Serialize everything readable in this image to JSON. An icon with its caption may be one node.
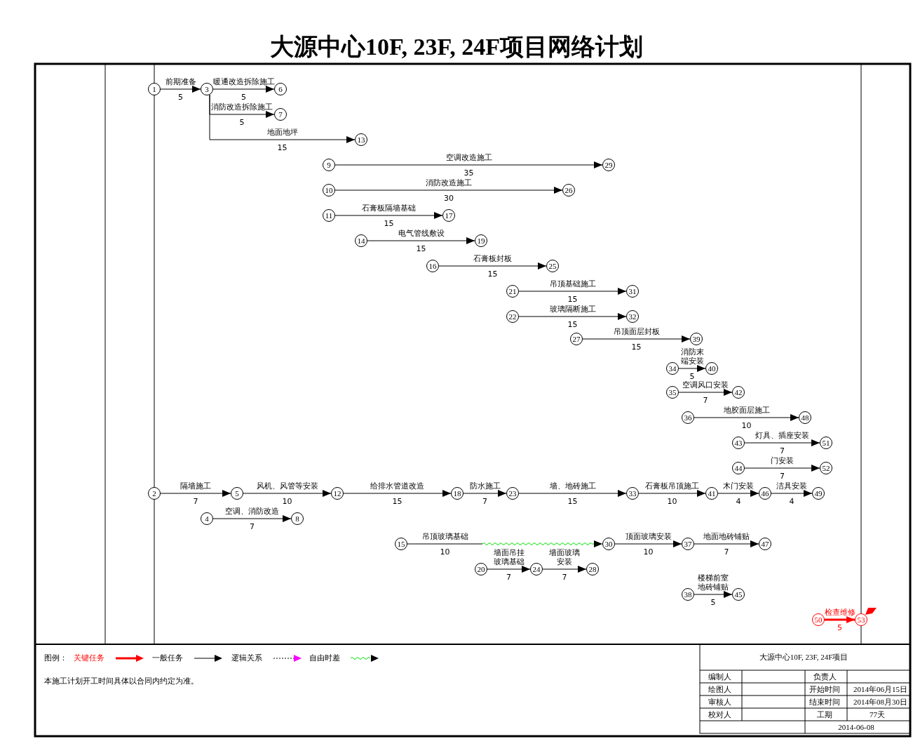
{
  "diagram": {
    "title": "大源中心10F, 23F, 24F项目网络计划",
    "nodes": [
      {
        "text": [
          "1"
        ]
      },
      {
        "text": [
          "3"
        ]
      },
      {
        "text": [
          "6"
        ]
      },
      {
        "text": [
          "7"
        ]
      },
      {
        "text": [
          "13"
        ]
      },
      {
        "text": [
          "9"
        ]
      },
      {
        "text": [
          "29"
        ]
      },
      {
        "text": [
          "10"
        ]
      },
      {
        "text": [
          "26"
        ]
      },
      {
        "text": [
          "11"
        ]
      },
      {
        "text": [
          "17"
        ]
      },
      {
        "text": [
          "14"
        ]
      },
      {
        "text": [
          "19"
        ]
      },
      {
        "text": [
          "16"
        ]
      },
      {
        "text": [
          "25"
        ]
      },
      {
        "text": [
          "21"
        ]
      },
      {
        "text": [
          "31"
        ]
      },
      {
        "text": [
          "22"
        ]
      },
      {
        "text": [
          "32"
        ]
      },
      {
        "text": [
          "27"
        ]
      },
      {
        "text": [
          "39"
        ]
      },
      {
        "text": [
          "34"
        ]
      },
      {
        "text": [
          "40"
        ]
      },
      {
        "text": [
          "35"
        ]
      },
      {
        "text": [
          "42"
        ]
      },
      {
        "text": [
          "36"
        ]
      },
      {
        "text": [
          "48"
        ]
      },
      {
        "text": [
          "43"
        ]
      },
      {
        "text": [
          "51"
        ]
      },
      {
        "text": [
          "44"
        ]
      },
      {
        "text": [
          "52"
        ]
      },
      {
        "text": [
          "2"
        ]
      },
      {
        "text": [
          "5"
        ]
      },
      {
        "text": [
          "12"
        ]
      },
      {
        "text": [
          "18"
        ]
      },
      {
        "text": [
          "23"
        ]
      },
      {
        "text": [
          "33"
        ]
      },
      {
        "text": [
          "41"
        ]
      },
      {
        "text": [
          "46"
        ]
      },
      {
        "text": [
          "49"
        ]
      },
      {
        "text": [
          "4"
        ]
      },
      {
        "text": [
          "8"
        ]
      },
      {
        "text": [
          "15"
        ]
      },
      {
        "text": [
          "30"
        ]
      },
      {
        "text": [
          "37"
        ]
      },
      {
        "text": [
          "47"
        ]
      },
      {
        "text": [
          "20"
        ]
      },
      {
        "text": [
          "24"
        ]
      },
      {
        "text": [
          "28"
        ]
      },
      {
        "text": [
          "38"
        ]
      },
      {
        "text": [
          "45"
        ]
      },
      {
        "text": [
          "50"
        ]
      },
      {
        "text": [
          "53"
        ]
      }
    ],
    "edges": [
      {
        "from": 0,
        "to": 1,
        "arrow": "to",
        "label": "前期准备"
      },
      {
        "from": 1,
        "to": 2,
        "arrow": "to",
        "label": "暖通改造拆除施工"
      },
      {
        "from": 1,
        "to": 3,
        "arrow": "to",
        "label": "消防改造拆除施工"
      },
      {
        "from": 1,
        "to": 4,
        "arrow": "to",
        "label": "地面地坪"
      },
      {
        "from": 5,
        "to": 6,
        "arrow": "to",
        "label": "空调改造施工"
      },
      {
        "from": 7,
        "to": 8,
        "arrow": "to",
        "label": "消防改造施工"
      },
      {
        "from": 9,
        "to": 10,
        "arrow": "to",
        "label": "石膏板隔墙基础"
      },
      {
        "from": 11,
        "to": 12,
        "arrow": "to",
        "label": "电气管线敷设"
      },
      {
        "from": 13,
        "to": 14,
        "arrow": "to",
        "label": "石膏板封板"
      },
      {
        "from": 15,
        "to": 16,
        "arrow": "to",
        "label": "吊顶基础施工"
      },
      {
        "from": 17,
        "to": 18,
        "arrow": "to",
        "label": "玻璃隔断施工"
      },
      {
        "from": 19,
        "to": 20,
        "arrow": "to",
        "label": "吊顶面层封板"
      },
      {
        "from": 21,
        "to": 22,
        "arrow": "to",
        "label": "消防末端安装"
      },
      {
        "from": 23,
        "to": 24,
        "arrow": "to",
        "label": "空调风口安装"
      },
      {
        "from": 25,
        "to": 26,
        "arrow": "to",
        "label": "地胶面层施工"
      },
      {
        "from": 27,
        "to": 28,
        "arrow": "to",
        "label": "灯具、插座安装"
      },
      {
        "from": 29,
        "to": 30,
        "arrow": "to",
        "label": "门安装"
      },
      {
        "from": 31,
        "to": 32,
        "arrow": "to",
        "label": "隔墙施工"
      },
      {
        "from": 32,
        "to": 33,
        "arrow": "to",
        "label": "风机、风管等安装"
      },
      {
        "from": 33,
        "to": 34,
        "arrow": "to",
        "label": "给排水管道改造"
      },
      {
        "from": 34,
        "to": 35,
        "arrow": "to",
        "label": "防水施工"
      },
      {
        "from": 35,
        "to": 36,
        "arrow": "to",
        "label": "墙、地砖施工"
      },
      {
        "from": 36,
        "to": 37,
        "arrow": "to",
        "label": "石膏板吊顶施工"
      },
      {
        "from": 37,
        "to": 38,
        "arrow": "to",
        "label": "木门安装"
      },
      {
        "from": 38,
        "to": 39,
        "arrow": "to",
        "label": "洁具安装"
      },
      {
        "from": 40,
        "to": 41,
        "arrow": "to",
        "label": "空调、消防改造"
      },
      {
        "from": 42,
        "to": 43,
        "arrow": "to",
        "label": "吊顶玻璃基础"
      },
      {
        "from": 43,
        "to": 44,
        "arrow": "to",
        "label": "顶面玻璃安装"
      },
      {
        "from": 44,
        "to": 45,
        "arrow": "to",
        "label": "地面地砖铺贴"
      },
      {
        "from": 46,
        "to": 47,
        "arrow": "to",
        "label": "墙面吊挂玻璃基础"
      },
      {
        "from": 47,
        "to": 48,
        "arrow": "to",
        "label": "墙面玻璃安装"
      },
      {
        "from": 49,
        "to": 50,
        "arrow": "to",
        "label": "楼梯前室地砖铺贴"
      },
      {
        "from": 51,
        "to": 52,
        "arrow": "to",
        "label": "检查维修",
        "style": "thick",
        "color": "#ff0000"
      }
    ],
    "labels": [
      "5",
      "5",
      "5",
      "15",
      "35",
      "30",
      "15",
      "15",
      "15",
      "15",
      "15",
      "15",
      "5",
      "7",
      "10",
      "7",
      "7",
      "7",
      "10",
      "15",
      "7",
      "15",
      "10",
      "4",
      "4",
      "7",
      "10",
      "10",
      "7",
      "7",
      "7",
      "5",
      "5",
      "图例：",
      "本施工计划开工时间具体以合同内约定为准。",
      "大源中心10F, 23F, 24F项目",
      "编制人",
      "负责人",
      "绘图人",
      "开始时间",
      "2014年06月15日",
      "审核人",
      "结束时间",
      "2014年08月30日",
      "校对人",
      "工期",
      "77天",
      "2014-06-08"
    ],
    "legend": [
      {
        "text": "关键任务"
      },
      {
        "text": "一般任务"
      },
      {
        "text": "逻辑关系"
      },
      {
        "text": "自由时差"
      }
    ]
  }
}
